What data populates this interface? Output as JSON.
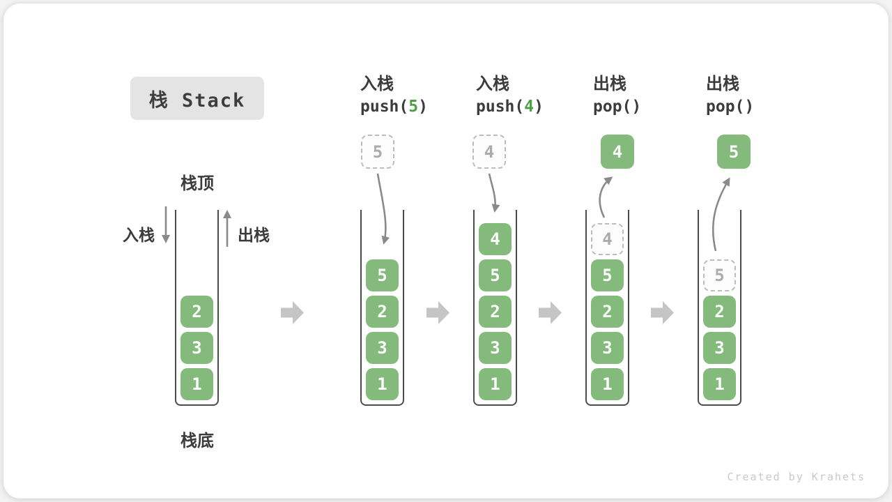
{
  "title": "栈 Stack",
  "legend": {
    "stack_top": "栈顶",
    "stack_bottom": "栈底",
    "push_side": "入栈",
    "pop_side": "出栈"
  },
  "watermark": "Created by Krahets",
  "colors": {
    "element_green": "#84ba7b",
    "code_arg_green": "#4e9e44",
    "text_dark": "#3b3b3b",
    "curved_arrow_gray": "#8a8a8a",
    "block_arrow_gray": "#c5c5c5",
    "dashed_border_gray": "#bcbcbc",
    "dashed_text_gray": "#ababab",
    "title_badge_bg": "#e4e4e4"
  },
  "steps": [
    {
      "name": "initial",
      "cells": [
        {
          "value": "2",
          "style": "solid"
        },
        {
          "value": "3",
          "style": "solid"
        },
        {
          "value": "1",
          "style": "solid"
        }
      ]
    },
    {
      "name": "push-5",
      "op": {
        "label": "入栈",
        "code_prefix": "push(",
        "code_arg": "5",
        "code_suffix": ")"
      },
      "floating": {
        "value": "5",
        "style": "dashed"
      },
      "cells": [
        {
          "value": "5",
          "style": "solid"
        },
        {
          "value": "2",
          "style": "solid"
        },
        {
          "value": "3",
          "style": "solid"
        },
        {
          "value": "1",
          "style": "solid"
        }
      ]
    },
    {
      "name": "push-4",
      "op": {
        "label": "入栈",
        "code_prefix": "push(",
        "code_arg": "4",
        "code_suffix": ")"
      },
      "floating": {
        "value": "4",
        "style": "dashed"
      },
      "cells": [
        {
          "value": "4",
          "style": "solid"
        },
        {
          "value": "5",
          "style": "solid"
        },
        {
          "value": "2",
          "style": "solid"
        },
        {
          "value": "3",
          "style": "solid"
        },
        {
          "value": "1",
          "style": "solid"
        }
      ]
    },
    {
      "name": "pop-4",
      "op": {
        "label": "出栈",
        "code_prefix": "pop(",
        "code_arg": "",
        "code_suffix": ")"
      },
      "floating": {
        "value": "4",
        "style": "solid"
      },
      "cells": [
        {
          "value": "4",
          "style": "dashed"
        },
        {
          "value": "5",
          "style": "solid"
        },
        {
          "value": "2",
          "style": "solid"
        },
        {
          "value": "3",
          "style": "solid"
        },
        {
          "value": "1",
          "style": "solid"
        }
      ]
    },
    {
      "name": "pop-5",
      "op": {
        "label": "出栈",
        "code_prefix": "pop(",
        "code_arg": "",
        "code_suffix": ")"
      },
      "floating": {
        "value": "5",
        "style": "solid"
      },
      "cells": [
        {
          "value": "5",
          "style": "dashed"
        },
        {
          "value": "2",
          "style": "solid"
        },
        {
          "value": "3",
          "style": "solid"
        },
        {
          "value": "1",
          "style": "solid"
        }
      ]
    }
  ]
}
